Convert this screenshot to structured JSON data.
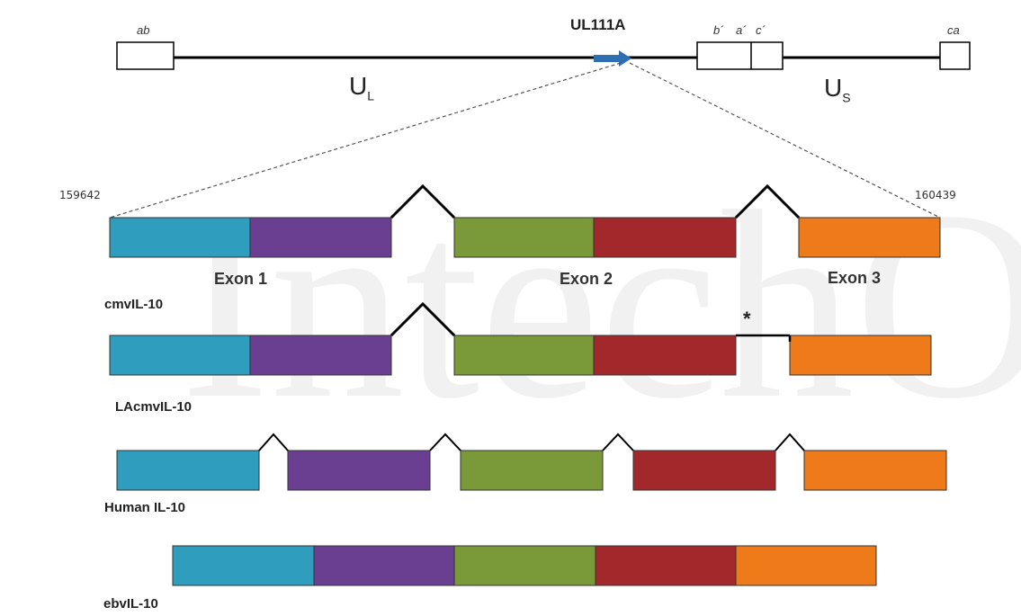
{
  "genome": {
    "gene_label": "UL111A",
    "region_long": "U",
    "region_long_sub": "L",
    "region_short": "U",
    "region_short_sub": "S",
    "left_box_label": "ab",
    "mid_box_labels": [
      "b´",
      "a´",
      "c´"
    ],
    "right_box_label": "ca"
  },
  "coordinates": {
    "start": "159642",
    "end": "160439"
  },
  "exon_labels": [
    "Exon 1",
    "Exon 2",
    "Exon 3"
  ],
  "variants": [
    {
      "name": "cmvIL-10"
    },
    {
      "name": "LAcmvIL-10",
      "marker": "*"
    },
    {
      "name": "Human IL-10"
    },
    {
      "name": "ebvIL-10"
    }
  ],
  "colors": {
    "blue": "#2f9dbd",
    "purple": "#6a3f92",
    "green": "#7a9a3a",
    "red": "#a3282b",
    "orange": "#ef7a1a",
    "arrow": "#2e6fb4"
  }
}
